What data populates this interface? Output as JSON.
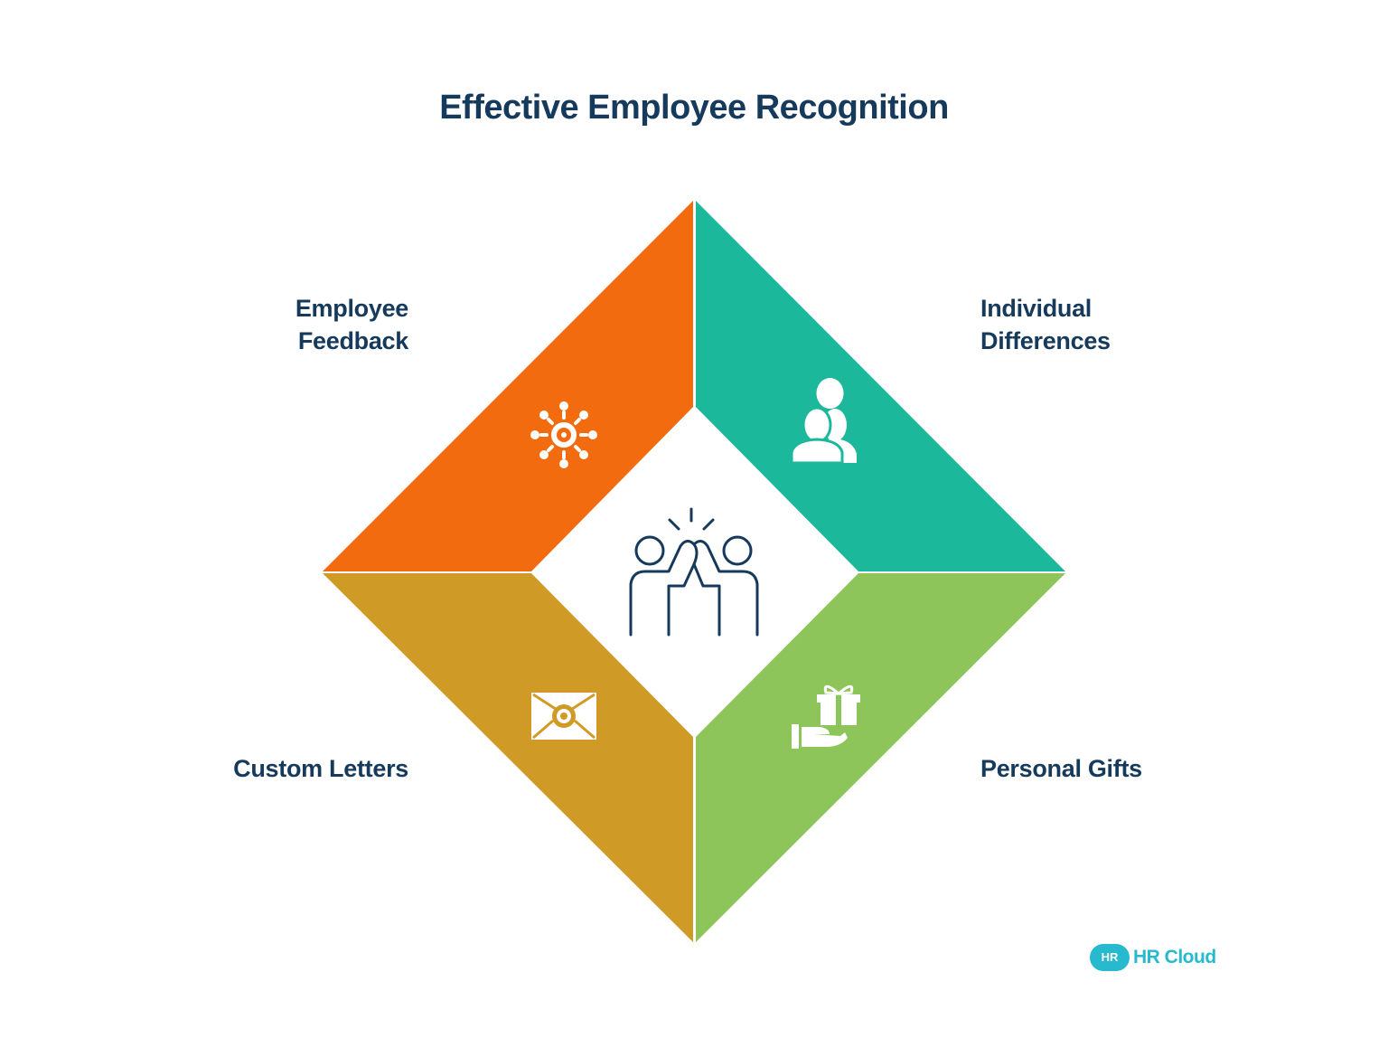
{
  "title": "Effective Employee Recognition",
  "sections": [
    {
      "id": "employee-feedback",
      "lines": [
        "Employee",
        "Feedback"
      ],
      "color": "#f26b0f",
      "icon": "feedback-burst-icon"
    },
    {
      "id": "individual-differences",
      "lines": [
        "Individual",
        "Differences"
      ],
      "color": "#1cb89c",
      "icon": "people-icon"
    },
    {
      "id": "custom-letters",
      "lines": [
        "Custom Letters"
      ],
      "color": "#d09a26",
      "icon": "letter-icon"
    },
    {
      "id": "personal-gifts",
      "lines": [
        "Personal Gifts"
      ],
      "color": "#8dc55a",
      "icon": "gift-hand-icon"
    }
  ],
  "center_icon": "high-five-icon",
  "accent_color": "#163a5c",
  "logo": {
    "badge": "HR",
    "text": "HR Cloud"
  }
}
